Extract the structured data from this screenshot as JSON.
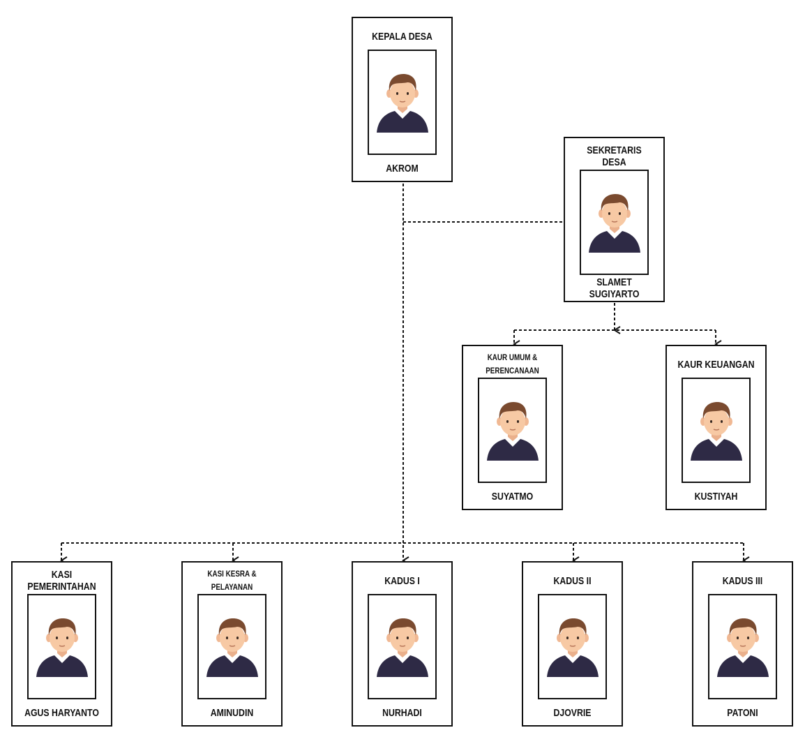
{
  "org_chart": {
    "kepala_desa": {
      "title": "KEPALA DESA",
      "name": "AKROM"
    },
    "sekretaris_desa": {
      "title": "SEKRETARIS DESA",
      "name": "SLAMET SUGIYARTO"
    },
    "kaur_umum": {
      "title": "KAUR UMUM &\nPERENCANAAN",
      "name": "SUYATMO"
    },
    "kaur_keuangan": {
      "title": "KAUR KEUANGAN",
      "name": "KUSTIYAH"
    },
    "kasi_pemerintahan": {
      "title": "KASI PEMERINTAHAN",
      "name": "AGUS HARYANTO"
    },
    "kasi_kesra": {
      "title": "KASI KESRA &\nPELAYANAN",
      "name": "AMINUDIN"
    },
    "kadus_1": {
      "title": "KADUS I",
      "name": "NURHADI"
    },
    "kadus_2": {
      "title": "KADUS II",
      "name": "DJOVRIE"
    },
    "kadus_3": {
      "title": "KADUS III",
      "name": "PATONI"
    }
  },
  "colors": {
    "line": "#111111",
    "skin": "#f7c9a4",
    "hair": "#7a4a2f",
    "shirt": "#2e2a45",
    "collar": "#ffffff"
  },
  "icons": {
    "portrait": "person-avatar-icon"
  }
}
